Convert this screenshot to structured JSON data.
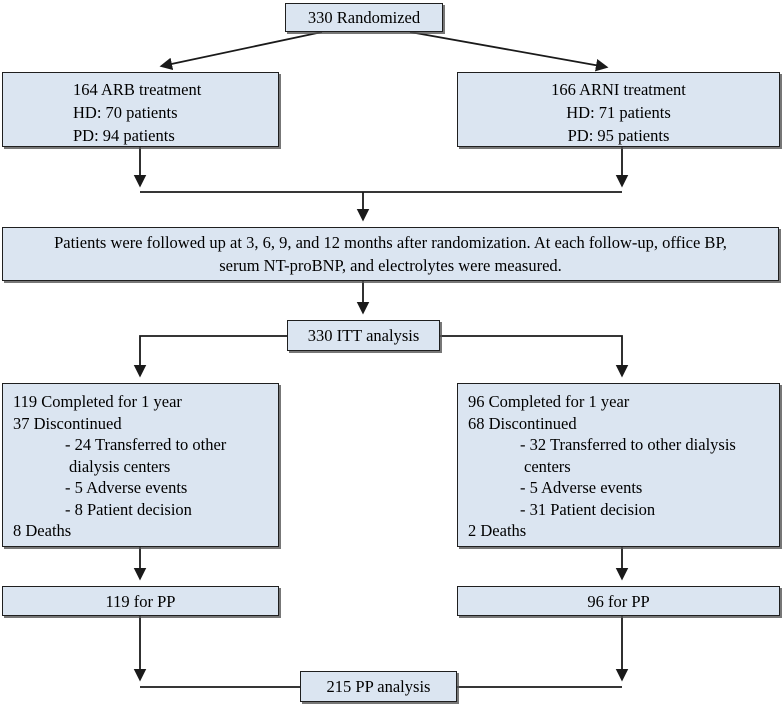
{
  "colors": {
    "box_fill": "#dbe5f1",
    "box_border": "#1f1f1f",
    "connector": "#1a1a1a"
  },
  "nodes": {
    "randomized": {
      "label": "330 Randomized"
    },
    "arb_treatment": {
      "lines": [
        "164 ARB treatment",
        "HD: 70 patients",
        "PD: 94 patients"
      ]
    },
    "arni_treatment": {
      "lines": [
        "166 ARNI treatment",
        "HD: 71 patients",
        "PD: 95 patients"
      ]
    },
    "followup": {
      "lines": [
        "Patients were followed up at 3, 6, 9, and 12 months after randomization. At each follow-up, office BP,",
        "serum NT-proBNP, and electrolytes were measured."
      ]
    },
    "itt": {
      "label": "330 ITT analysis"
    },
    "arb_outcome": {
      "lines": [
        "119 Completed for 1 year",
        "37 Discontinued",
        "- 24 Transferred to other",
        "dialysis centers",
        "- 5 Adverse events",
        "- 8 Patient decision",
        "8 Deaths"
      ]
    },
    "arni_outcome": {
      "lines": [
        "96 Completed for 1 year",
        "68 Discontinued",
        "- 32 Transferred to other dialysis",
        "centers",
        "- 5 Adverse events",
        "- 31 Patient decision",
        "2 Deaths"
      ]
    },
    "arb_pp": {
      "label": "119 for PP"
    },
    "arni_pp": {
      "label": "96 for PP"
    },
    "pp_analysis": {
      "label": "215 PP analysis"
    }
  }
}
